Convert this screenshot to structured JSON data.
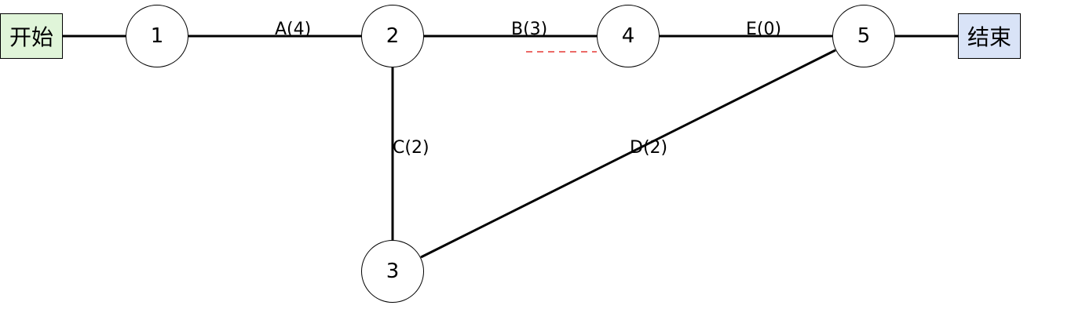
{
  "colors": {
    "start_fill": "#e0f5d9",
    "end_fill": "#d9e3f7",
    "line": "#000000",
    "dashed_line": "#e53935"
  },
  "start": {
    "label": "开始"
  },
  "end": {
    "label": "结束"
  },
  "nodes": [
    {
      "id": "1",
      "label": "1"
    },
    {
      "id": "2",
      "label": "2"
    },
    {
      "id": "3",
      "label": "3"
    },
    {
      "id": "4",
      "label": "4"
    },
    {
      "id": "5",
      "label": "5"
    }
  ],
  "edges": [
    {
      "id": "A",
      "from": "1",
      "to": "2",
      "label": "A(4)"
    },
    {
      "id": "B",
      "from": "2",
      "to": "4",
      "label": "B(3)"
    },
    {
      "id": "C",
      "from": "2",
      "to": "3",
      "label": "C(2)"
    },
    {
      "id": "D",
      "from": "3",
      "to": "5",
      "label": "D(2)"
    },
    {
      "id": "E",
      "from": "4",
      "to": "5",
      "label": "E(0)"
    }
  ]
}
